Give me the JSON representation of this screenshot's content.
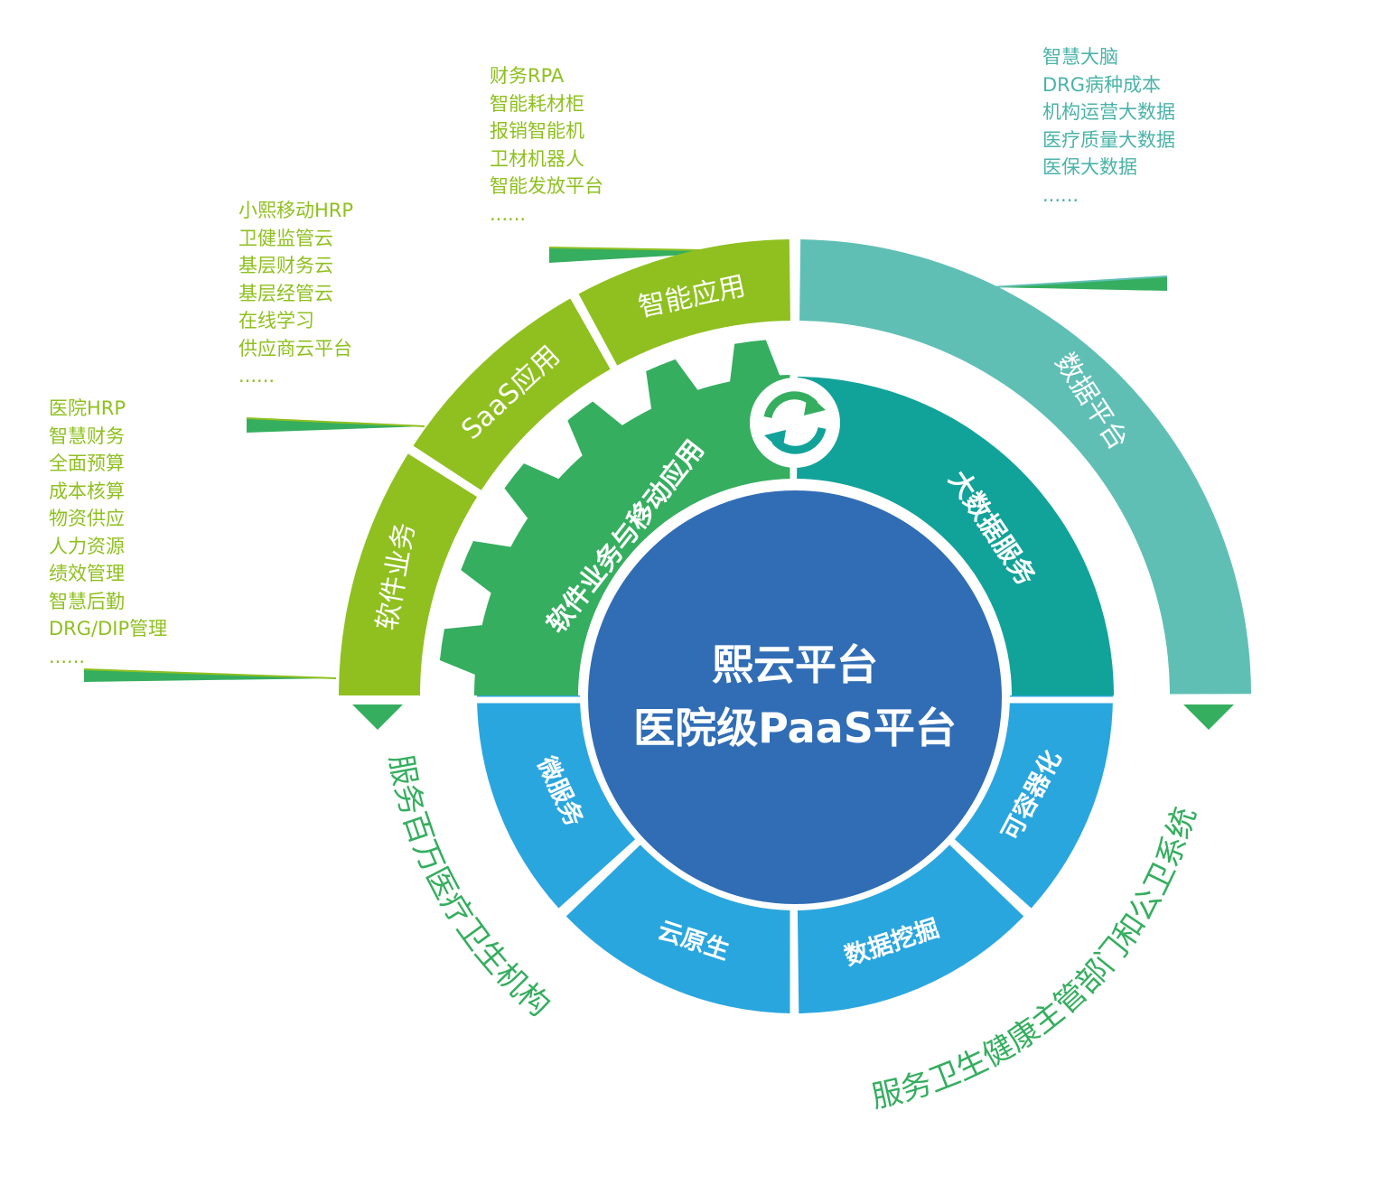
{
  "center": {
    "title_line1": "熙云平台",
    "title_line2": "医院级PaaS平台"
  },
  "inner_ring": {
    "top_left": "软件业务与移动应用",
    "top_right": "大数据服务",
    "bottom": [
      "微服务",
      "云原生",
      "数据挖掘",
      "可容器化"
    ]
  },
  "outer_ring": {
    "software": "软件业务",
    "saas": "SaaS应用",
    "smart": "智能应用",
    "data_platform": "数据平台"
  },
  "lists": {
    "software": [
      "医院HRP",
      "智慧财务",
      "全面预算",
      "成本核算",
      "物资供应",
      "人力资源",
      "绩效管理",
      "智慧后勤",
      "DRG/DIP管理",
      "......"
    ],
    "saas": [
      "小熙移动HRP",
      "卫健监管云",
      "基层财务云",
      "基层经管云",
      "在线学习",
      "供应商云平台",
      "......"
    ],
    "smart": [
      "财务RPA",
      "智能耗材柜",
      "报销智能机",
      "卫材机器人",
      "智能发放平台",
      "......"
    ],
    "data": [
      "智慧大脑",
      "DRG病种成本",
      "机构运营大数据",
      "医疗质量大数据",
      "医保大数据",
      "......"
    ]
  },
  "serves": {
    "left": "服务百万医疗卫生机构",
    "right": "服务卫生健康主管部门和公卫系统"
  },
  "colors": {
    "light_green": "#8fc01f",
    "green": "#35ae5f",
    "teal": "#11a399",
    "light_teal": "#5fbfb5",
    "sky_blue": "#2aa6df",
    "center_blue": "#306db5",
    "arrow_green": "#35ae5f"
  },
  "icons": [
    "refresh-icon",
    "down-arrow-icon"
  ]
}
